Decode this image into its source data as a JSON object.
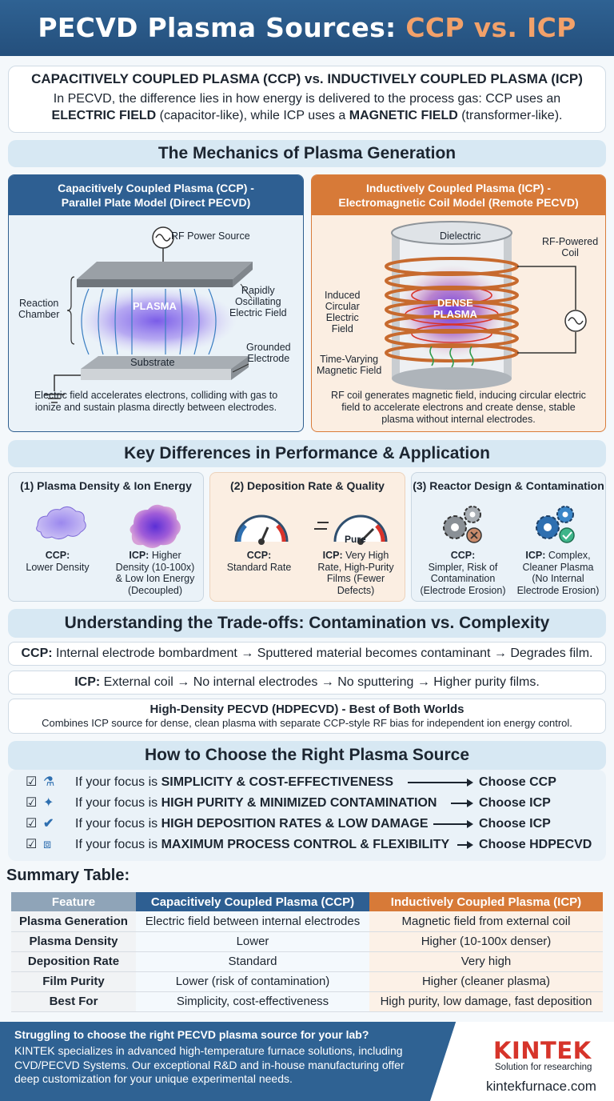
{
  "header": {
    "title_main": "PECVD Plasma Sources:",
    "title_accent": "CCP vs. ICP"
  },
  "intro": {
    "heading": "CAPACITIVELY COUPLED PLASMA (CCP) vs. INDUCTIVELY COUPLED PLASMA (ICP)",
    "line1": "In PECVD, the difference lies in how energy is delivered to the process gas: CCP uses an",
    "bold1": "ELECTRIC FIELD",
    "mid": " (capacitor-like), while ICP uses a ",
    "bold2": "MAGNETIC FIELD",
    "end": " (transformer-like)."
  },
  "mechanics": {
    "heading": "The Mechanics of Plasma Generation",
    "ccp": {
      "title_l1": "Capacitively Coupled Plasma (CCP) -",
      "title_l2": "Parallel Plate Model (Direct PECVD)",
      "rf_source": "RF Power Source",
      "reaction_l1": "Reaction",
      "reaction_l2": "Chamber",
      "plasma": "PLASMA",
      "field_l1": "Rapidly",
      "field_l2": "Oscillating",
      "field_l3": "Electric Field",
      "substrate": "Substrate",
      "electrode_l1": "Grounded",
      "electrode_l2": "Electrode",
      "desc_l1": "Electric field accelerates electrons, colliding with gas to",
      "desc_l2": "ionize and sustain plasma directly between electrodes."
    },
    "icp": {
      "title_l1": "Inductively Coupled Plasma (ICP) -",
      "title_l2": "Electromagnetic Coil Model (Remote PECVD)",
      "dielectric": "Dielectric",
      "coil_l1": "RF-Powered",
      "coil_l2": "Coil",
      "induced_l1": "Induced",
      "induced_l2": "Circular",
      "induced_l3": "Electric",
      "induced_l4": "Field",
      "plasma_l1": "DENSE",
      "plasma_l2": "PLASMA",
      "magnetic_l1": "Time-Varying",
      "magnetic_l2": "Magnetic Field",
      "desc_l1": "RF coil generates magnetic field, inducing circular electric",
      "desc_l2": "field to accelerate electrons and create dense, stable",
      "desc_l3": "plasma without internal electrodes."
    }
  },
  "differences": {
    "heading": "Key Differences in Performance & Application",
    "density": {
      "title": "(1) Plasma Density & Ion Energy",
      "ccp_b": "CCP:",
      "ccp_t": "Lower Density",
      "icp_b": "ICP:",
      "icp_t1": " Higher",
      "icp_t2": "Density (10-100x)",
      "icp_t3": "& Low Ion Energy",
      "icp_t4": "(Decoupled)"
    },
    "rate": {
      "title": "(2) Deposition Rate & Quality",
      "pure": "Pure",
      "ccp_b": "CCP:",
      "ccp_t": "Standard Rate",
      "icp_b": "ICP:",
      "icp_t1": " Very High",
      "icp_t2": "Rate, High-Purity",
      "icp_t3": "Films (Fewer",
      "icp_t4": "Defects)"
    },
    "design": {
      "title": "(3) Reactor Design & Contamination",
      "ccp_b": "CCP:",
      "ccp_t1": "Simpler, Risk of",
      "ccp_t2": "Contamination",
      "ccp_t3": "(Electrode Erosion)",
      "icp_b": "ICP:",
      "icp_t1": " Complex,",
      "icp_t2": "Cleaner Plasma",
      "icp_t3": "(No Internal",
      "icp_t4": "Electrode Erosion)"
    }
  },
  "tradeoffs": {
    "heading": "Understanding the Trade-offs: Contamination vs. Complexity",
    "ccp_b": "CCP:",
    "ccp_t": " Internal electrode bombardment → Sputtered material becomes contaminant → Degrades film.",
    "icp_b": "ICP:",
    "icp_t": " External coil  →  No internal electrodes  →  No sputtering  →  Higher purity films.",
    "hd_title": "High-Density PECVD (HDPECVD) - Best of Both Worlds",
    "hd_desc": "Combines ICP source for dense, clean plasma with separate CCP-style RF bias for independent ion energy control."
  },
  "choose": {
    "heading": "How to Choose the Right Plasma Source",
    "prefix": "If your focus is ",
    "rows": [
      {
        "focus": "SIMPLICITY & COST-EFFECTIVENESS",
        "result": "Choose CCP",
        "icon": "flask-icon"
      },
      {
        "focus": "HIGH PURITY & MINIMIZED CONTAMINATION",
        "result": "Choose ICP",
        "icon": "sparkle-icon"
      },
      {
        "focus": "HIGH DEPOSITION RATES & LOW DAMAGE",
        "result": "Choose ICP",
        "icon": "checkmark-icon"
      },
      {
        "focus": "MAXIMUM PROCESS CONTROL & FLEXIBILITY",
        "result": "Choose HDPECVD",
        "icon": "control-frame-icon"
      }
    ]
  },
  "summary": {
    "title": "Summary Table:",
    "headers": [
      "Feature",
      "Capacitively Coupled Plasma (CCP)",
      "Inductively Coupled Plasma (ICP)"
    ],
    "rows": [
      [
        "Plasma Generation",
        "Electric field between internal electrodes",
        "Magnetic field from external coil"
      ],
      [
        "Plasma Density",
        "Lower",
        "Higher (10-100x denser)"
      ],
      [
        "Deposition Rate",
        "Standard",
        "Very high"
      ],
      [
        "Film Purity",
        "Lower (risk of contamination)",
        "Higher (cleaner plasma)"
      ],
      [
        "Best For",
        "Simplicity, cost-effectiveness",
        "High purity, low damage, fast deposition"
      ]
    ]
  },
  "footer": {
    "question": "Struggling to choose the right PECVD plasma source for your lab?",
    "desc": "KINTEK specializes in advanced high-temperature furnace solutions, including CVD/PECVD Systems. Our exceptional R&D and in-house manufacturing offer deep customization for your unique experimental needs.",
    "logo": "KINTEK",
    "tagline": "Solution for researching",
    "url": "kintekfurnace.com"
  },
  "colors": {
    "navy": "#2f6293",
    "orange": "#d77a38",
    "accent_title": "#f2a16a",
    "brand_red": "#d6342a"
  }
}
